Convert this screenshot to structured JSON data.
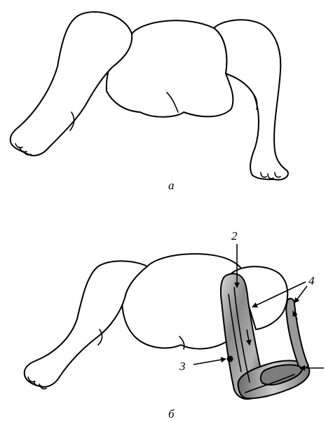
{
  "panels": [
    {
      "id": "a",
      "label": "а"
    },
    {
      "id": "b",
      "label": "б"
    }
  ],
  "callouts": [
    "2",
    "3",
    "4"
  ],
  "colors": {
    "line": "#000000",
    "background": "#ffffff",
    "splint_light": "#c8c8c8",
    "splint_dark": "#5a5a5a"
  }
}
